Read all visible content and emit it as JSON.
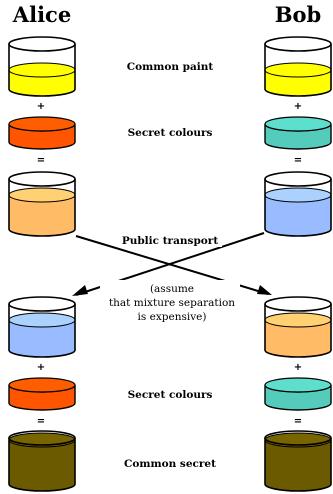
{
  "participants": {
    "left": "Alice",
    "right": "Bob"
  },
  "labels": {
    "common_paint": "Common paint",
    "secret_colours_top": "Secret colours",
    "public_transport": "Public transport",
    "note_line1": "(assume",
    "note_line2": "that mixture separation",
    "note_line3": "is expensive)",
    "secret_colours_bottom": "Secret colours",
    "common_secret": "Common secret"
  },
  "operators": {
    "plus": "+",
    "equals": "="
  },
  "colors": {
    "common_paint": "#ffff00",
    "alice_secret": "#ff5500",
    "bob_secret": "#55cbbb",
    "alice_mixture": "#ffbb66",
    "bob_mixture": "#99bbff",
    "common_secret": "#6b5a00"
  }
}
